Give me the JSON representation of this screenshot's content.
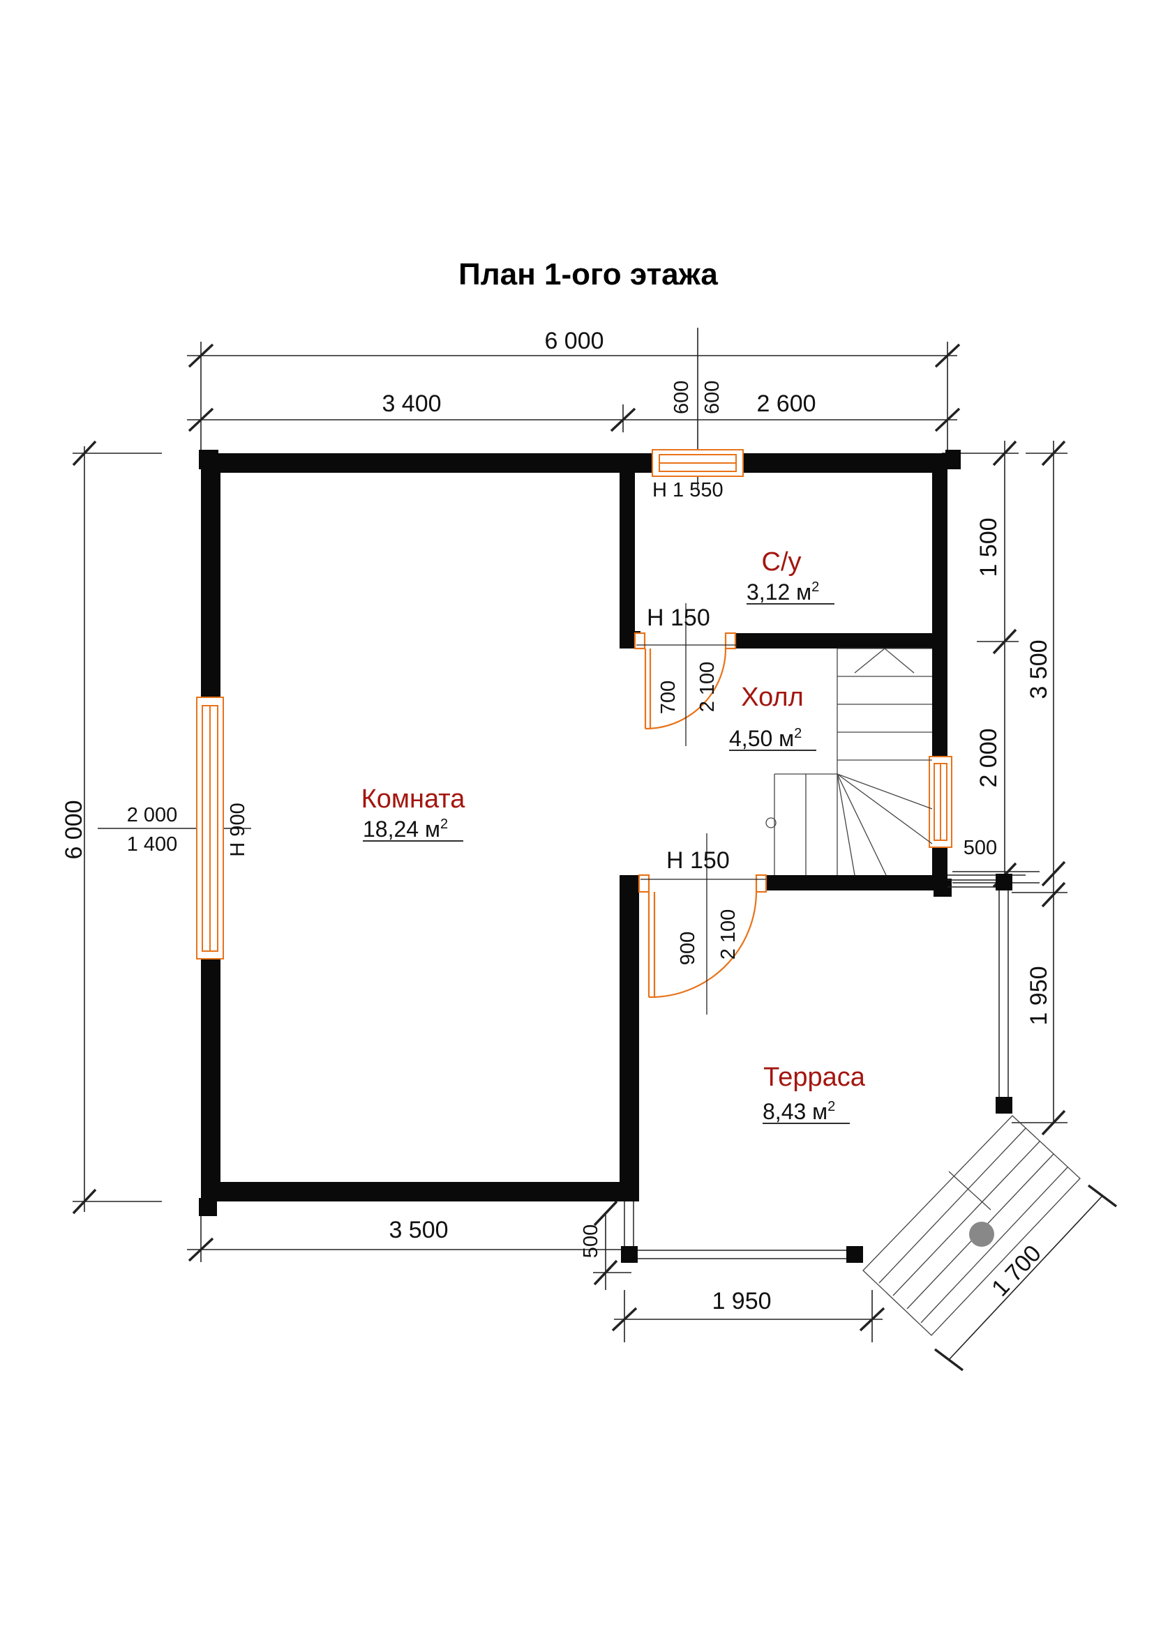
{
  "title": "План 1-ого этажа",
  "colors": {
    "wall": "#0a0a0a",
    "room_label": "#a3160f",
    "door_window": "#e8731a",
    "dimension_line": "#222222",
    "post_fill": "#888888"
  },
  "rooms": {
    "room": {
      "name": "Комната",
      "area": "18,24 м",
      "sup": "2"
    },
    "bathroom": {
      "name": "С/у",
      "area": "3,12 м",
      "sup": "2"
    },
    "hall": {
      "name": "Холл",
      "area": "4,50 м",
      "sup": "2"
    },
    "terrace": {
      "name": "Терраса",
      "area": "8,43 м",
      "sup": "2"
    }
  },
  "dimensions": {
    "top_total": "6 000",
    "top_left": "3 400",
    "top_right": "2 600",
    "top_window_a": "600",
    "top_window_b": "600",
    "left_total": "6 000",
    "right_upper": "1 500",
    "right_middle": "2 000",
    "right_total": "3 500",
    "right_small": "500",
    "terrace_side": "1 950",
    "bottom_left": "3 500",
    "bottom_small": "500",
    "bottom_terrace": "1 950",
    "stair_diag": "1 700"
  },
  "openings": {
    "top_window_sill": "Н  1 550",
    "left_window_h": "2 000",
    "left_window_w": "1 400",
    "left_window_sill": "Н 900",
    "bath_door_sill": "Н  150",
    "bath_door_w": "700",
    "bath_door_h": "2 100",
    "hall_door_sill": "Н  150",
    "hall_door_w": "900",
    "hall_door_h": "2 100"
  }
}
